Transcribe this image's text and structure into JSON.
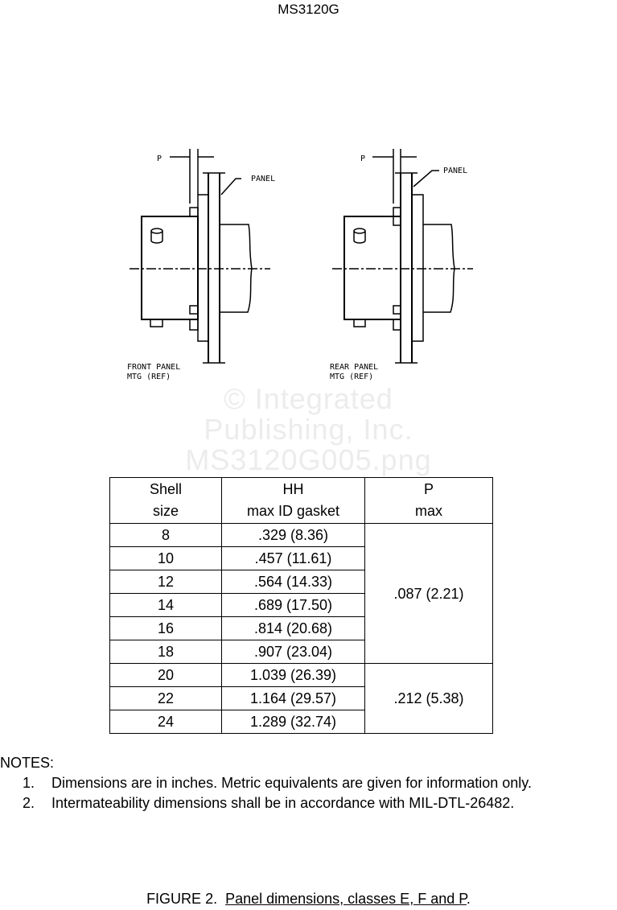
{
  "header": {
    "doc_id": "MS3120G"
  },
  "watermark": [
    "© Integrated",
    "Publishing, Inc.",
    "MS3120G005.png"
  ],
  "figure": {
    "front": {
      "dim_label": "P",
      "panel_label": "PANEL",
      "caption_line1": "FRONT PANEL",
      "caption_line2": "MTG (REF)"
    },
    "rear": {
      "dim_label": "P",
      "panel_label": "PANEL",
      "caption_line1": "REAR PANEL",
      "caption_line2": "MTG (REF)"
    }
  },
  "table": {
    "headers": [
      {
        "line1": "Shell",
        "line2": "size"
      },
      {
        "line1": "HH",
        "line2": "max ID gasket"
      },
      {
        "line1": "P",
        "line2": "max"
      }
    ],
    "rows": [
      {
        "shell": "8",
        "hh": ".329 (8.36)"
      },
      {
        "shell": "10",
        "hh": ".457 (11.61)"
      },
      {
        "shell": "12",
        "hh": ".564 (14.33)"
      },
      {
        "shell": "14",
        "hh": ".689 (17.50)"
      },
      {
        "shell": "16",
        "hh": ".814 (20.68)"
      },
      {
        "shell": "18",
        "hh": ".907 (23.04)"
      },
      {
        "shell": "20",
        "hh": "1.039 (26.39)"
      },
      {
        "shell": "22",
        "hh": "1.164 (29.57)"
      },
      {
        "shell": "24",
        "hh": "1.289 (32.74)"
      }
    ],
    "p_groups": [
      ".087 (2.21)",
      ".212 (5.38)"
    ]
  },
  "notes": {
    "heading": "NOTES:",
    "items": [
      {
        "num": "1.",
        "text": "Dimensions are in inches.  Metric equivalents are given for information only."
      },
      {
        "num": "2.",
        "text": "Intermateability dimensions shall be in accordance with MIL-DTL-26482."
      }
    ]
  },
  "caption": {
    "prefix": "FIGURE 2.  ",
    "title": "Panel dimensions, classes E, F and P",
    "suffix": "."
  }
}
